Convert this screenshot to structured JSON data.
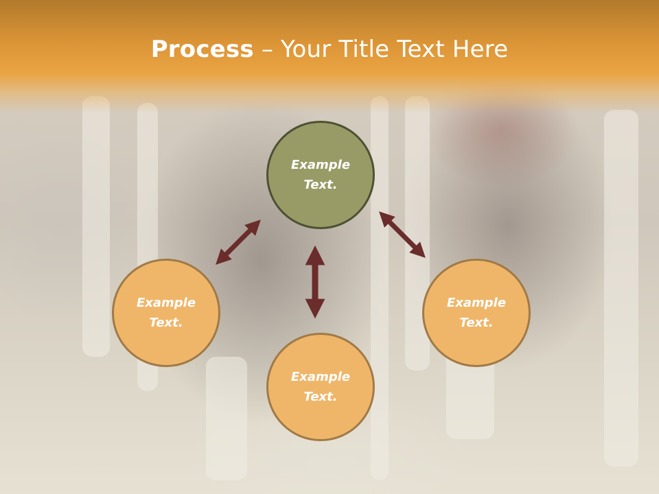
{
  "title": {
    "bold": "Process",
    "rest": " – Your Title Text Here"
  },
  "nodes": {
    "top": "Example\nText.",
    "left": "Example\nText.",
    "right": "Example\nText.",
    "bottom": "Example\nText."
  },
  "colors": {
    "title_band": "#e09a3a",
    "node_fill": "#efb66a",
    "node_top_fill": "#999b66",
    "arrow": "#6b2c2c"
  }
}
